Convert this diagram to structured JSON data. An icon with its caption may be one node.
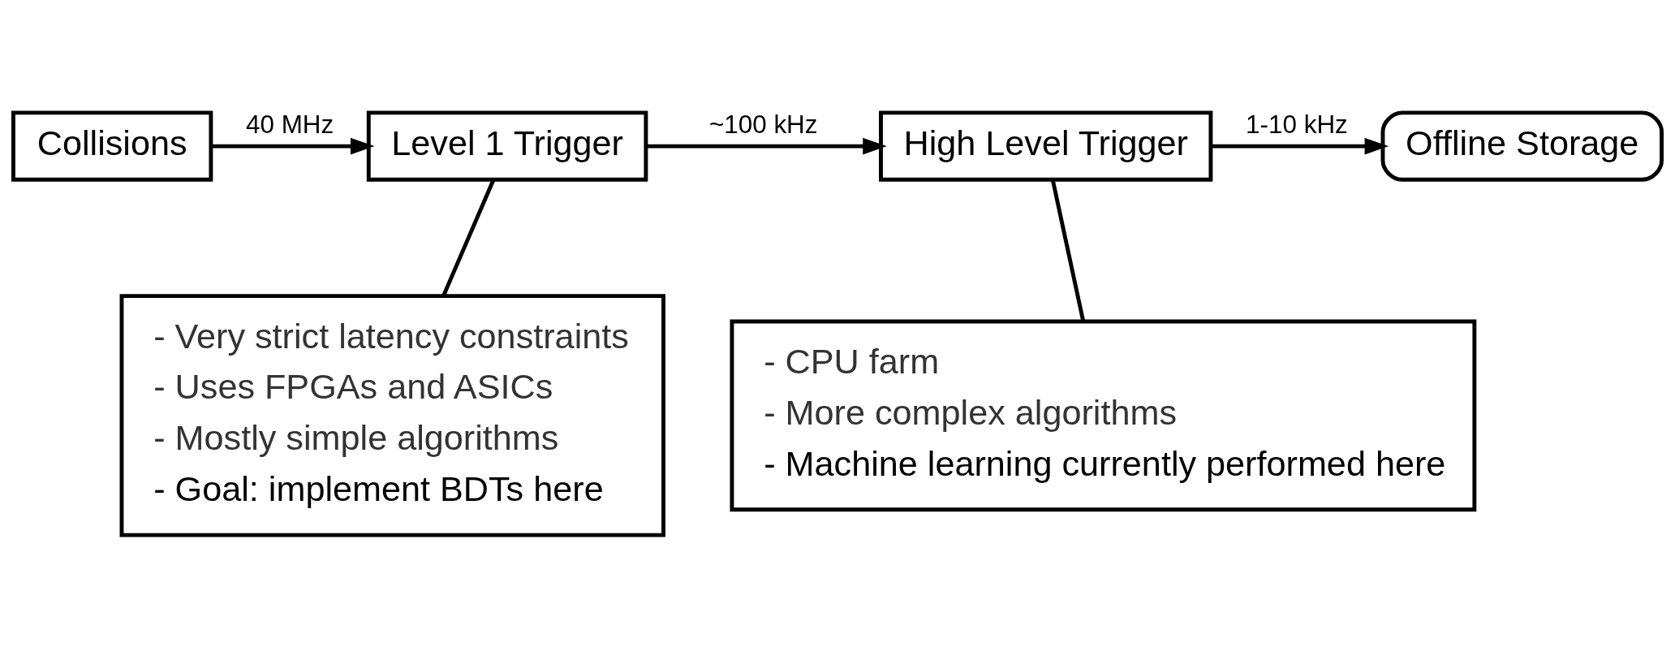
{
  "diagram": {
    "nodes": [
      {
        "text": [
          "Collisions"
        ]
      },
      {
        "text": [
          "Level 1 Trigger"
        ]
      },
      {
        "text": [
          "High Level Trigger"
        ]
      },
      {
        "text": [
          "Offline Storage"
        ]
      },
      {
        "text": [
          "- Very strict latency constraints",
          "- Uses FPGAs and ASICs",
          "- Mostly simple algorithms",
          "- Goal: implement BDTs here"
        ]
      },
      {
        "text": [
          "- CPU farm",
          "- More complex algorithms",
          "- Machine learning currently performed here"
        ]
      }
    ],
    "edges": [
      {
        "from": 0,
        "to": 1,
        "arrow": "to",
        "label": "40 MHz"
      },
      {
        "from": 1,
        "to": 2,
        "arrow": "to",
        "label": "~100 kHz"
      },
      {
        "from": 2,
        "to": 3,
        "arrow": "to",
        "label": "1-10 kHz"
      },
      {
        "from": 1,
        "to": 4,
        "arrow": "none"
      },
      {
        "from": 2,
        "to": 5,
        "arrow": "none"
      }
    ]
  }
}
